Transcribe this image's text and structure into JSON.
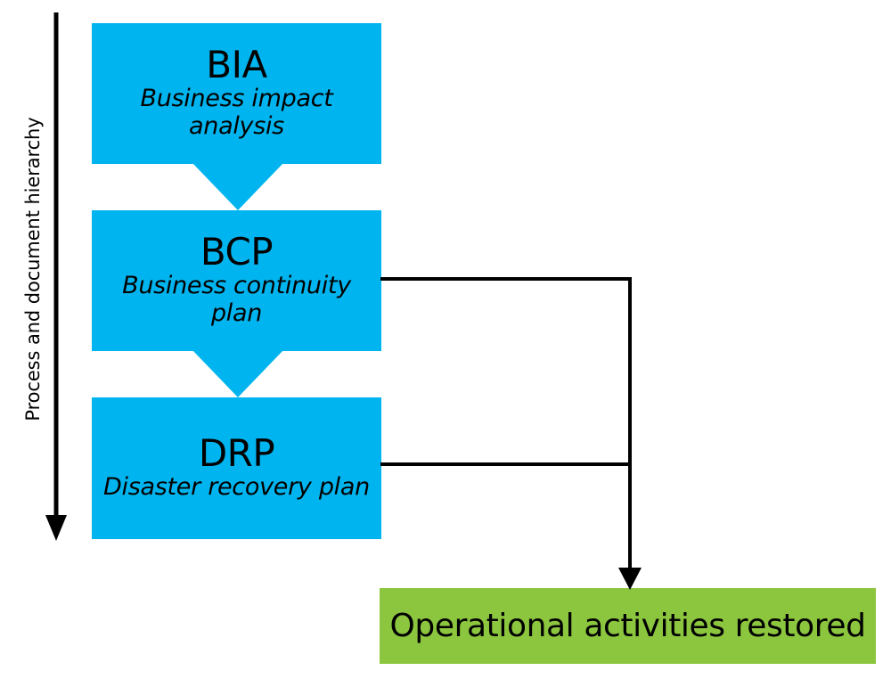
{
  "diagram": {
    "title": "BIA / BCP / DRP process and document hierarchy",
    "axis": {
      "label": "Process and document hierarchy",
      "direction": "downward",
      "arrow_icon": "down-arrow-icon"
    },
    "colors": {
      "process_box": "#00b5ef",
      "outcome_box": "#8cc63f",
      "line": "#000000",
      "text": "#000000",
      "background": "#ffffff"
    },
    "process_steps": [
      {
        "id": "bia",
        "abbr": "BIA",
        "full": "Business impact analysis"
      },
      {
        "id": "bcp",
        "abbr": "BCP",
        "full": "Business continuity plan"
      },
      {
        "id": "drp",
        "abbr": "DRP",
        "full": "Disaster recovery plan"
      }
    ],
    "outcome": {
      "id": "operational-activities-restored",
      "label": "Operational activities restored"
    },
    "connectors": [
      {
        "from": "bia",
        "to": "bcp",
        "style": "chevron-down"
      },
      {
        "from": "bcp",
        "to": "drp",
        "style": "chevron-down"
      },
      {
        "from": "bcp",
        "to": "operational-activities-restored",
        "style": "elbow-arrow"
      },
      {
        "from": "drp",
        "to": "operational-activities-restored",
        "style": "elbow-arrow"
      }
    ]
  }
}
